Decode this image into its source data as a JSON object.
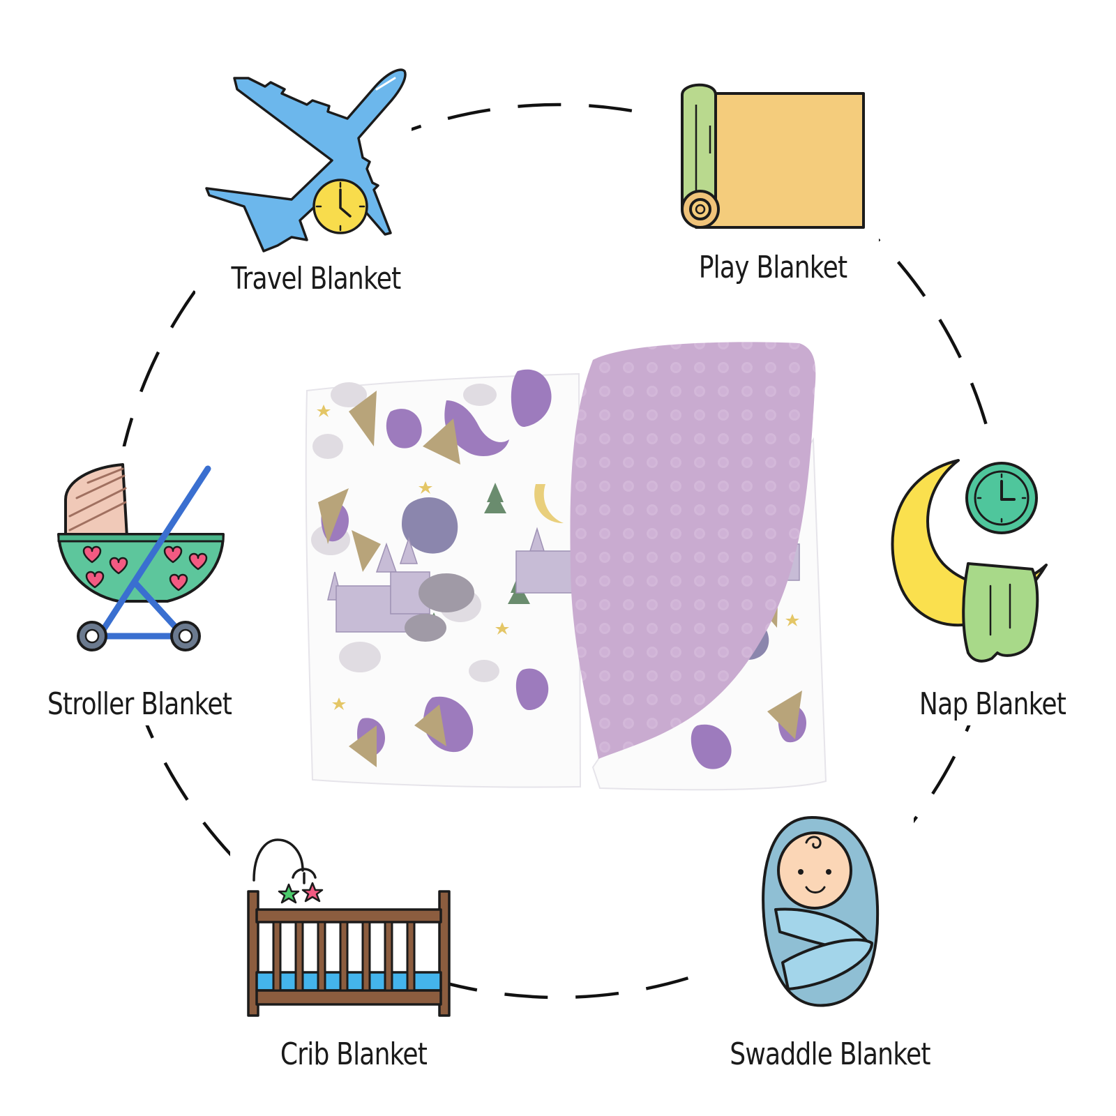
{
  "uses": [
    {
      "id": "travel",
      "label": "Travel Blanket",
      "icon": "airplane-clock-icon"
    },
    {
      "id": "play",
      "label": "Play Blanket",
      "icon": "play-mat-roll-icon"
    },
    {
      "id": "stroller",
      "label": "Stroller Blanket",
      "icon": "stroller-icon"
    },
    {
      "id": "nap",
      "label": "Nap Blanket",
      "icon": "moon-clock-blanket-icon"
    },
    {
      "id": "crib",
      "label": "Crib Blanket",
      "icon": "crib-mobile-icon"
    },
    {
      "id": "swaddle",
      "label": "Swaddle Blanket",
      "icon": "swaddled-baby-icon"
    }
  ],
  "product": {
    "name": "folded-minky-blanket-dragon-castle-print"
  },
  "colors": {
    "plane": "#6cb7ec",
    "clock_yellow": "#f8dc4c",
    "mat_roll": "#b9d98e",
    "mat_sheet": "#f4cc7c",
    "stroller_body": "#5dc69c",
    "stroller_hood": "#f0c9b8",
    "stroller_frame": "#3a6fd0",
    "heart": "#f35a82",
    "moon": "#fae04e",
    "nap_clock": "#4fc69c",
    "nap_cloth": "#a8d989",
    "crib_wood": "#8c5d3f",
    "crib_mattress": "#44b4ec",
    "swaddle_outer": "#8fbfd4",
    "swaddle_inner": "#a3d5ea",
    "skin": "#fbd6b6",
    "minky": "#c9abd0",
    "dragon_purple": "#9d7bbd",
    "outline": "#1b1b1b"
  }
}
